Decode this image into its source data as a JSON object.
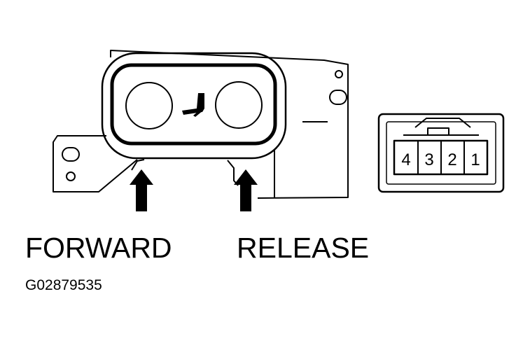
{
  "labels": {
    "forward": "FORWARD",
    "release": "RELEASE",
    "code": "G02879535"
  },
  "connector": {
    "pins": [
      "4",
      "3",
      "2",
      "1"
    ]
  },
  "icons": {
    "seat": "seat-icon",
    "arrow": "up-arrow-icon"
  },
  "colors": {
    "line": "#000000",
    "background": "#ffffff"
  }
}
